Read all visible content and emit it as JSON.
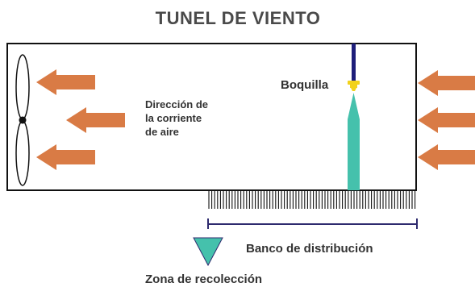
{
  "title": "TUNEL DE VIENTO",
  "labels": {
    "nozzle": "Boquilla",
    "airflow_line1": "Dirección de",
    "airflow_line2": "la corriente",
    "airflow_line3": "de aire",
    "distribution_bank": "Banco de distribución",
    "collection_zone": "Zona de recolección"
  },
  "colors": {
    "arrow": "#d97b45",
    "spray": "#45c1ac",
    "nozzle_tube": "#1e1e7a",
    "nozzle_tip": "#f2d21b",
    "bracket": "#2e2a6e",
    "funnel": "#45c1ac",
    "outline": "#111111"
  }
}
